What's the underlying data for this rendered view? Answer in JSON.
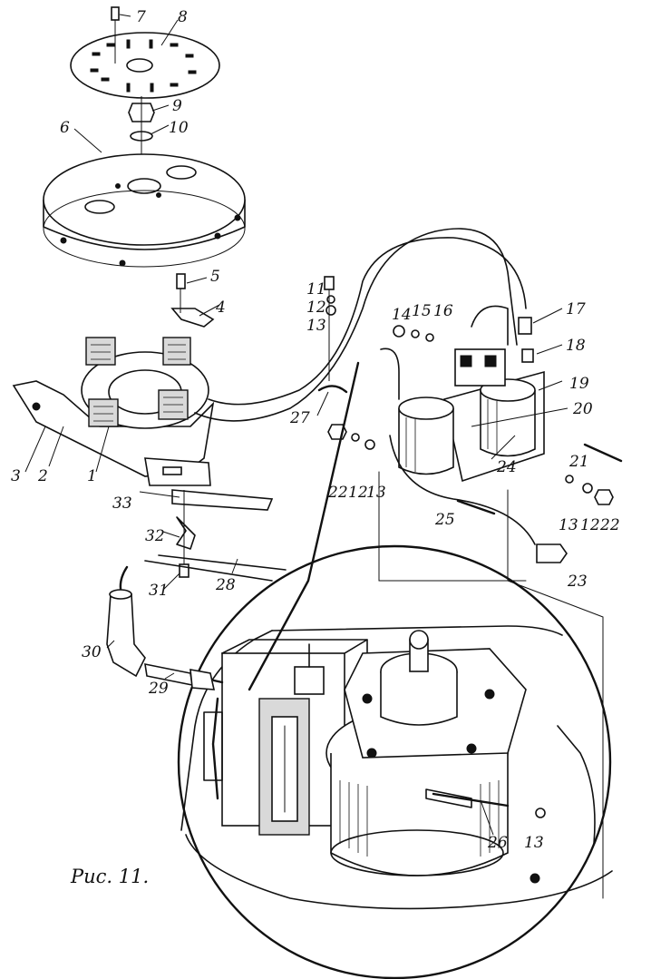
{
  "caption": "Рис. 11.",
  "callouts": [
    {
      "id": "c1",
      "text": "1"
    },
    {
      "id": "c2",
      "text": "2"
    },
    {
      "id": "c3",
      "text": "3"
    },
    {
      "id": "c4",
      "text": "4"
    },
    {
      "id": "c5",
      "text": "5"
    },
    {
      "id": "c6",
      "text": "6"
    },
    {
      "id": "c7",
      "text": "7"
    },
    {
      "id": "c8",
      "text": "8"
    },
    {
      "id": "c9",
      "text": "9"
    },
    {
      "id": "c10",
      "text": "10"
    },
    {
      "id": "c11",
      "text": "11"
    },
    {
      "id": "c12a",
      "text": "12"
    },
    {
      "id": "c13a",
      "text": "13"
    },
    {
      "id": "c14",
      "text": "14"
    },
    {
      "id": "c15",
      "text": "15"
    },
    {
      "id": "c16",
      "text": "16"
    },
    {
      "id": "c17",
      "text": "17"
    },
    {
      "id": "c18",
      "text": "18"
    },
    {
      "id": "c19",
      "text": "19"
    },
    {
      "id": "c20",
      "text": "20"
    },
    {
      "id": "c21",
      "text": "21"
    },
    {
      "id": "c22a",
      "text": "22"
    },
    {
      "id": "c12b",
      "text": "12"
    },
    {
      "id": "c13b",
      "text": "13"
    },
    {
      "id": "c27",
      "text": "27"
    },
    {
      "id": "c24",
      "text": "24"
    },
    {
      "id": "c13c",
      "text": "13"
    },
    {
      "id": "c12c",
      "text": "12"
    },
    {
      "id": "c22b",
      "text": "22"
    },
    {
      "id": "c25",
      "text": "25"
    },
    {
      "id": "c23",
      "text": "23"
    },
    {
      "id": "c33",
      "text": "33"
    },
    {
      "id": "c32",
      "text": "32"
    },
    {
      "id": "c31",
      "text": "31"
    },
    {
      "id": "c28",
      "text": "28"
    },
    {
      "id": "c30",
      "text": "30"
    },
    {
      "id": "c29",
      "text": "29"
    },
    {
      "id": "c26",
      "text": "26"
    },
    {
      "id": "c13d",
      "text": "13"
    }
  ]
}
